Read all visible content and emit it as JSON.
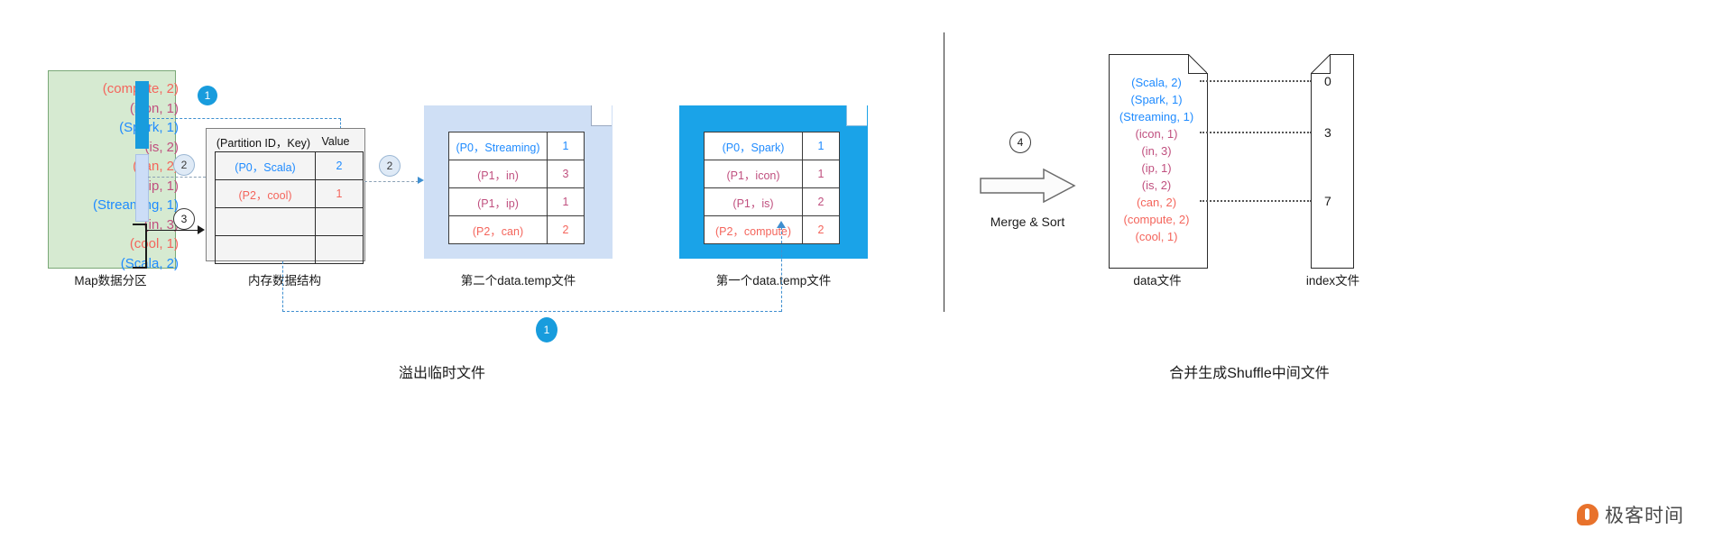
{
  "map_partition": {
    "caption": "Map数据分区",
    "entries": [
      {
        "text": "(compute, 2)",
        "color": "red"
      },
      {
        "text": "(icon, 1)",
        "color": "pink"
      },
      {
        "text": "(Spark, 1)",
        "color": "blue"
      },
      {
        "text": "(is, 2)",
        "color": "pink"
      },
      {
        "text": "(can, 2)",
        "color": "red"
      },
      {
        "text": "(ip, 1)",
        "color": "pink"
      },
      {
        "text": "(Streaming, 1)",
        "color": "blue"
      },
      {
        "text": "(in, 3)",
        "color": "pink"
      },
      {
        "text": "(cool, 1)",
        "color": "red"
      },
      {
        "text": "(Scala, 2)",
        "color": "blue"
      }
    ]
  },
  "memory_structure": {
    "caption": "内存数据结构",
    "headers": [
      "(Partition ID，Key)",
      "Value"
    ],
    "rows": [
      {
        "key": "(P0，Scala)",
        "value": "2",
        "color": "blue"
      },
      {
        "key": "(P2，cool)",
        "value": "1",
        "color": "red"
      },
      {
        "key": "",
        "value": "",
        "color": "none"
      },
      {
        "key": "",
        "value": "",
        "color": "none"
      }
    ]
  },
  "temp_file_second": {
    "caption": "第二个data.temp文件",
    "rows": [
      {
        "key": "(P0，Streaming)",
        "value": "1",
        "color": "blue"
      },
      {
        "key": "(P1，in)",
        "value": "3",
        "color": "pink"
      },
      {
        "key": "(P1，ip)",
        "value": "1",
        "color": "pink"
      },
      {
        "key": "(P2，can)",
        "value": "2",
        "color": "red"
      }
    ]
  },
  "temp_file_first": {
    "caption": "第一个data.temp文件",
    "rows": [
      {
        "key": "(P0，Spark)",
        "value": "1",
        "color": "blue"
      },
      {
        "key": "(P1，icon)",
        "value": "1",
        "color": "pink"
      },
      {
        "key": "(P1，is)",
        "value": "2",
        "color": "pink"
      },
      {
        "key": "(P2，compute)",
        "value": "2",
        "color": "red"
      }
    ]
  },
  "merge": {
    "badge": "4",
    "label": "Merge & Sort"
  },
  "data_file": {
    "caption": "data文件",
    "entries": [
      {
        "text": "(Scala, 2)",
        "color": "blue"
      },
      {
        "text": "(Spark, 1)",
        "color": "blue"
      },
      {
        "text": "(Streaming, 1)",
        "color": "blue"
      },
      {
        "text": "(icon, 1)",
        "color": "pink"
      },
      {
        "text": "(in, 3)",
        "color": "pink"
      },
      {
        "text": "(ip, 1)",
        "color": "pink"
      },
      {
        "text": "(is, 2)",
        "color": "pink"
      },
      {
        "text": "(can, 2)",
        "color": "red"
      },
      {
        "text": "(compute, 2)",
        "color": "red"
      },
      {
        "text": "(cool, 1)",
        "color": "red"
      }
    ]
  },
  "index_file": {
    "caption": "index文件",
    "offsets": [
      "0",
      "3",
      "7"
    ]
  },
  "badges": {
    "step1_top": "1",
    "step2_left": "2",
    "step2_right": "2",
    "step3": "3",
    "step1_bottom": "1"
  },
  "section_titles": {
    "left": "溢出临时文件",
    "right": "合并生成Shuffle中间文件"
  },
  "logo": {
    "text": "极客时间"
  },
  "colors": {
    "blue": "#1f8bff",
    "pink": "#c0507f",
    "red": "#f4655c",
    "accent": "#189cdd",
    "green_panel": "#d6ead1",
    "temp2_panel": "#cfdff5",
    "temp1_panel": "#1aa3e8"
  }
}
